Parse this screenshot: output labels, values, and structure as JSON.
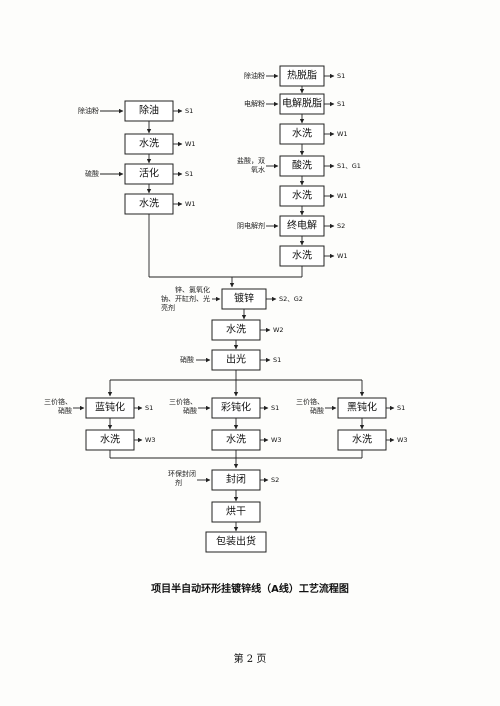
{
  "nodes": {
    "l_degrease": "除油",
    "l_wash1": "水洗",
    "l_activate": "活化",
    "l_wash2": "水洗",
    "r_hot": "热脱脂",
    "r_elec": "电解脱脂",
    "r_wash1": "水洗",
    "r_acid": "酸洗",
    "r_wash2": "水洗",
    "r_final": "终电解",
    "r_wash3": "水洗",
    "zinc": "镀锌",
    "wash_a": "水洗",
    "bright": "出光",
    "blue": "蓝钝化",
    "color": "彩钝化",
    "black": "黑钝化",
    "blue_wash": "水洗",
    "color_wash": "水洗",
    "black_wash": "水洗",
    "seal": "封闭",
    "dry": "烘干",
    "pack": "包装出货"
  },
  "inputs": {
    "l_degrease": "除油粉",
    "l_activate": "硫酸",
    "r_hot": "除油粉",
    "r_elec": "电解粉",
    "r_acid_1": "盐酸，双",
    "r_acid_2": "氧水",
    "r_final": "阴电解剂",
    "zinc_1": "锌、氯氧化",
    "zinc_2": "钠、开缸剂、光",
    "zinc_3": "亮剂",
    "bright": "硝酸",
    "blue_1": "三价铬、",
    "blue_2": "硝酸",
    "color_1": "三价铬、",
    "color_2": "硝酸",
    "black_1": "三价铬、",
    "black_2": "硝酸",
    "seal_1": "环保封闭",
    "seal_2": "剂"
  },
  "outputs": {
    "l_degrease": "S1",
    "l_wash1": "W1",
    "l_activate": "S1",
    "l_wash2": "W1",
    "r_hot": "S1",
    "r_elec": "S1",
    "r_wash1": "W1",
    "r_acid": "S1、G1",
    "r_wash2": "W1",
    "r_final": "S2",
    "r_wash3": "W1",
    "zinc": "S2、G2",
    "wash_a": "W2",
    "bright": "S1",
    "blue": "S1",
    "color": "S1",
    "black": "S1",
    "blue_wash": "W3",
    "color_wash": "W3",
    "black_wash": "W3",
    "seal": "S2"
  },
  "caption": "项目半自动环形挂镀锌线（A线）工艺流程图",
  "page_number": "第 2 页"
}
